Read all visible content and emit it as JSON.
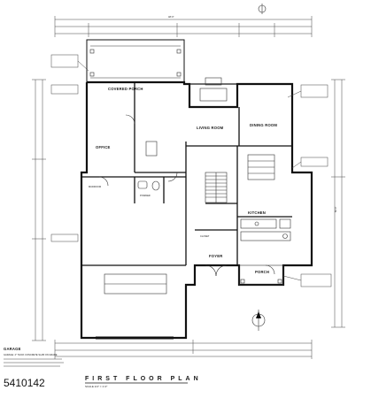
{
  "labels": {
    "covered_porch": "COVERED PORCH",
    "living_room": "LIVING ROOM",
    "dining_room": "DINING ROOM",
    "office": "OFFICE",
    "garage": "GARAGE",
    "porch": "PORCH",
    "foyer": "FOYER",
    "kitchen": "KITCHEN",
    "closet": "CLOSET",
    "powder": "POWDER",
    "mudroom": "MUDROOM",
    "title": "FIRST FLOOR PLAN",
    "scale": "SCALE 1/4\" = 1'-0\"",
    "garage_note": "GARAGE: 4\" THICK CONCRETE SLAB ON GRADE",
    "dim_width": "48'-0\"",
    "dim_depth": "60'-0\""
  },
  "listing_id": "5410142"
}
